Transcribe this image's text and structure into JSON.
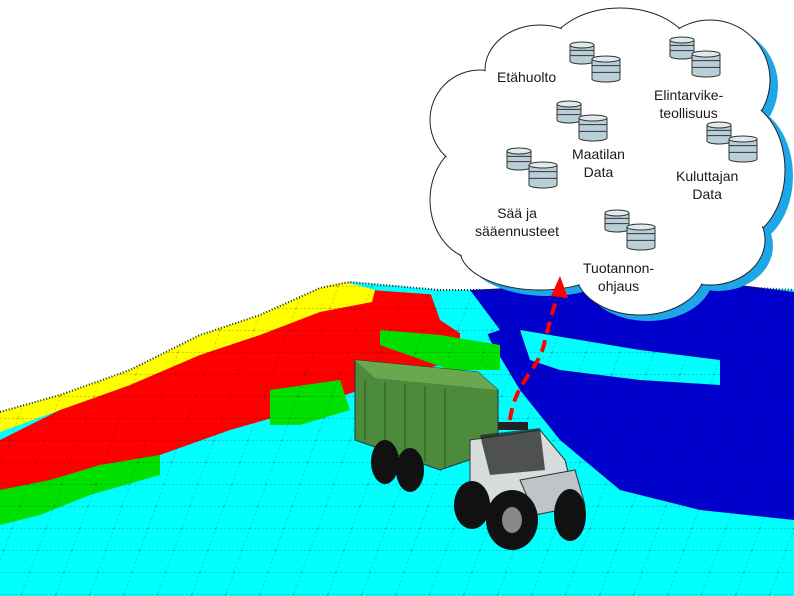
{
  "cloud": {
    "nodes": [
      {
        "label": "Etähuolto"
      },
      {
        "label": "Elintarvike-\nteollisuus"
      },
      {
        "label": "Maatilan\nData"
      },
      {
        "label": "Kuluttajan\nData"
      },
      {
        "label": "Sää ja\nsääennusteet"
      },
      {
        "label": "Tuotannon-\nohjaus"
      }
    ]
  },
  "colors": {
    "yellow": "#ffff00",
    "red": "#ff0000",
    "green": "#00e000",
    "cyan": "#00ffff",
    "blue": "#0000cc",
    "arrow": "#ff0000",
    "cloud_shadow": "#1ea7e8"
  }
}
